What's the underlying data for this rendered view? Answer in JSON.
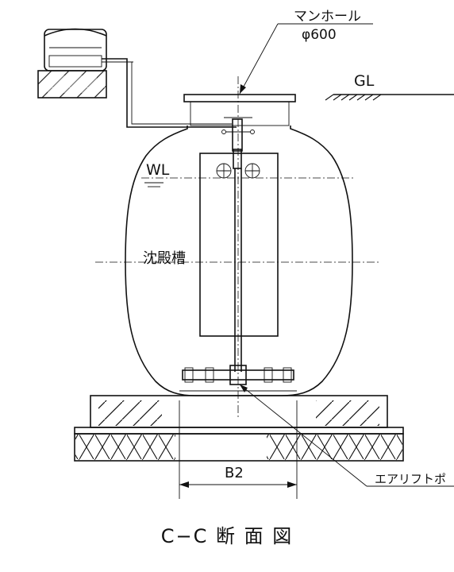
{
  "drawing": {
    "manhole_label": "マンホール",
    "manhole_size": "φ600",
    "ground_level": "GL",
    "water_level": "WL",
    "tank_name": "沈殿槽",
    "dimension": "B2",
    "airlift_label": "エアリフトポ",
    "section_title": "C−C 断 面 図"
  }
}
